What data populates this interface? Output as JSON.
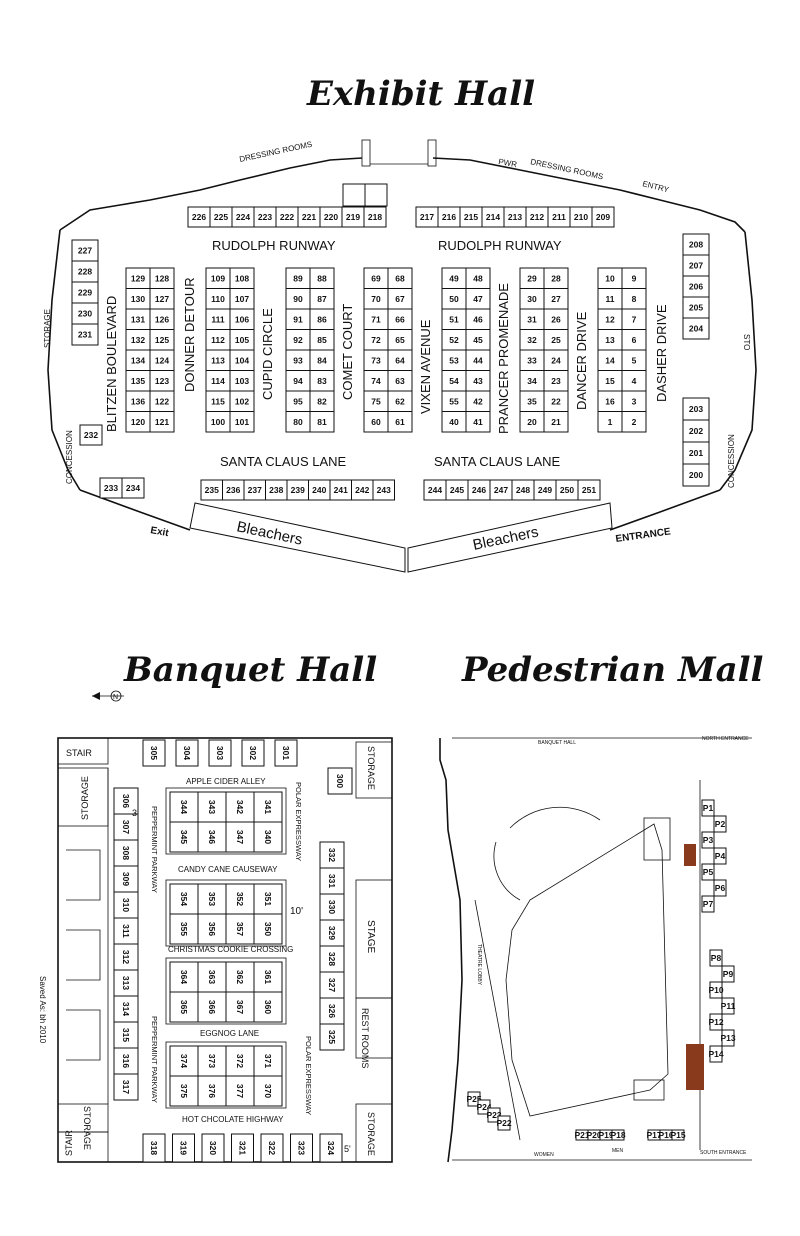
{
  "titles": {
    "exhibit": "Exhibit Hall",
    "banquet": "Banquet Hall",
    "pedestrian": "Pedestrian Mall"
  },
  "exhibit": {
    "top_row": [
      "226",
      "225",
      "224",
      "223",
      "222",
      "221",
      "220",
      "219",
      "218"
    ],
    "top_row_right": [
      "217",
      "216",
      "215",
      "214",
      "213",
      "212",
      "211",
      "210",
      "209"
    ],
    "left_col": [
      "227",
      "228",
      "229",
      "230",
      "231"
    ],
    "right_col_top": [
      "208",
      "207",
      "206",
      "205",
      "204"
    ],
    "right_col_bottom": [
      "203",
      "202",
      "201",
      "200"
    ],
    "aisle_pairs": [
      {
        "left": [
          "129",
          "130",
          "131",
          "132",
          "134",
          "135",
          "136",
          "120"
        ],
        "right": [
          "128",
          "127",
          "126",
          "125",
          "124",
          "123",
          "122",
          "121"
        ]
      },
      {
        "left": [
          "109",
          "110",
          "111",
          "112",
          "113",
          "114",
          "115",
          "100"
        ],
        "right": [
          "108",
          "107",
          "106",
          "105",
          "104",
          "103",
          "102",
          "101"
        ]
      },
      {
        "left": [
          "89",
          "90",
          "91",
          "92",
          "93",
          "94",
          "95",
          "80"
        ],
        "right": [
          "88",
          "87",
          "86",
          "85",
          "84",
          "83",
          "82",
          "81"
        ]
      },
      {
        "left": [
          "69",
          "70",
          "71",
          "72",
          "73",
          "74",
          "75",
          "60"
        ],
        "right": [
          "68",
          "67",
          "66",
          "65",
          "64",
          "63",
          "62",
          "61"
        ]
      },
      {
        "left": [
          "49",
          "50",
          "51",
          "52",
          "53",
          "54",
          "55",
          "40"
        ],
        "right": [
          "48",
          "47",
          "46",
          "45",
          "44",
          "43",
          "42",
          "41"
        ]
      },
      {
        "left": [
          "29",
          "30",
          "31",
          "32",
          "33",
          "34",
          "35",
          "20"
        ],
        "right": [
          "28",
          "27",
          "26",
          "25",
          "24",
          "23",
          "22",
          "21"
        ]
      },
      {
        "left": [
          "10",
          "11",
          "12",
          "13",
          "14",
          "15",
          "16",
          "1"
        ],
        "right": [
          "9",
          "8",
          "7",
          "6",
          "5",
          "4",
          "3",
          "2"
        ]
      }
    ],
    "bottom_left": [
      "233",
      "234"
    ],
    "booth_232": "232",
    "bottom_row_left": [
      "235",
      "236",
      "237",
      "238",
      "239",
      "240",
      "241",
      "242",
      "243"
    ],
    "bottom_row_right": [
      "244",
      "245",
      "246",
      "247",
      "248",
      "249",
      "250",
      "251"
    ],
    "streets": {
      "rudolph_left": "RUDOLPH RUNWAY",
      "rudolph_right": "RUDOLPH RUNWAY",
      "santa_left": "SANTA CLAUS LANE",
      "santa_right": "SANTA CLAUS LANE",
      "blitzen": "BLITZEN BOULEVARD",
      "donner": "DONNER DETOUR",
      "cupid": "CUPID CIRCLE",
      "comet": "COMET COURT",
      "vixen": "VIXEN AVENUE",
      "prancer": "PRANCER PROMENADE",
      "dancer": "DANCER DRIVE",
      "dasher": "DASHER DRIVE"
    },
    "labels": {
      "dressing_left": "DRESSING ROOMS",
      "dressing_right": "DRESSING ROOMS",
      "pwr": "PWR",
      "entry": "ENTRY",
      "storage_left": "STORAGE",
      "sto_right": "STO",
      "concession_left": "CONCESSION",
      "concession_right": "CONCESSION",
      "exit": "Exit",
      "entrance": "ENTRANCE",
      "bleachers_left": "Bleachers",
      "bleachers_right": "Bleachers"
    }
  },
  "banquet": {
    "top_row": [
      "305",
      "304",
      "303",
      "302",
      "301"
    ],
    "booth_300": "300",
    "left_col": [
      "306",
      "307",
      "308",
      "309",
      "310",
      "311",
      "312",
      "313",
      "314",
      "315",
      "316",
      "317"
    ],
    "right_col": [
      "332",
      "331",
      "330",
      "329",
      "328",
      "327",
      "326",
      "325"
    ],
    "bottom_row": [
      "318",
      "319",
      "320",
      "321",
      "322",
      "323",
      "324"
    ],
    "blocks": [
      {
        "top": [
          "344",
          "343",
          "342",
          "341"
        ],
        "bottom": [
          "345",
          "346",
          "347",
          "340"
        ]
      },
      {
        "top": [
          "354",
          "353",
          "352",
          "351"
        ],
        "bottom": [
          "355",
          "356",
          "357",
          "350"
        ]
      },
      {
        "top": [
          "364",
          "363",
          "362",
          "361"
        ],
        "bottom": [
          "365",
          "366",
          "367",
          "360"
        ]
      },
      {
        "top": [
          "374",
          "373",
          "372",
          "371"
        ],
        "bottom": [
          "375",
          "376",
          "377",
          "370"
        ]
      }
    ],
    "streets": {
      "apple": "APPLE CIDER ALLEY",
      "candy": "CANDY CANE CAUSEWAY",
      "cookie": "CHRISTMAS COOKIE CROSSING",
      "eggnog": "EGGNOG LANE",
      "hot": "HOT CHCOLATE HIGHWAY",
      "pep_top": "PEPPERMINT PARKWAY",
      "pep_bottom": "PEPPERMINT PARKWAY",
      "polar_top": "POLAR EXPRESSWAY",
      "polar_bottom": "POLAR EXPRESSWAY"
    },
    "labels": {
      "stair_top": "STAIR",
      "stair_bottom": "STAIR",
      "storage_left": "STORAGE",
      "storage_bottom_left": "STORAGE",
      "storage_top_right": "STORAGE",
      "storage_bottom_right": "STORAGE",
      "stage": "STAGE",
      "rest_rooms": "REST ROOMS",
      "ten_ft": "10'",
      "five_ft": "5'",
      "three_ft": "3'",
      "saved": "Saved As: bh 2010",
      "north": "N"
    }
  },
  "pedestrian": {
    "labels": {
      "banquet_hall": "BANQUET HALL",
      "north_entrance": "NORTH ENTRANCE",
      "south_entrance": "SOUTH ENTRANCE",
      "theatre_lobby": "THEATRE LOBBY",
      "women": "WOMEN",
      "men": "MEN"
    },
    "right_booths": [
      "P1",
      "P2",
      "P3",
      "P4",
      "P5",
      "P6",
      "P7"
    ],
    "right_booths_2": [
      "P8",
      "P9",
      "P10",
      "P11",
      "P12",
      "P13",
      "P14"
    ],
    "left_bottom_booths": [
      "P25",
      "P24",
      "P23",
      "P22"
    ],
    "bottom_booths_a": [
      "P21",
      "P20",
      "P19",
      "P18"
    ],
    "bottom_booths_b": [
      "P17",
      "P16",
      "P15"
    ],
    "colors": {
      "accent": "#8a3a1c"
    }
  }
}
